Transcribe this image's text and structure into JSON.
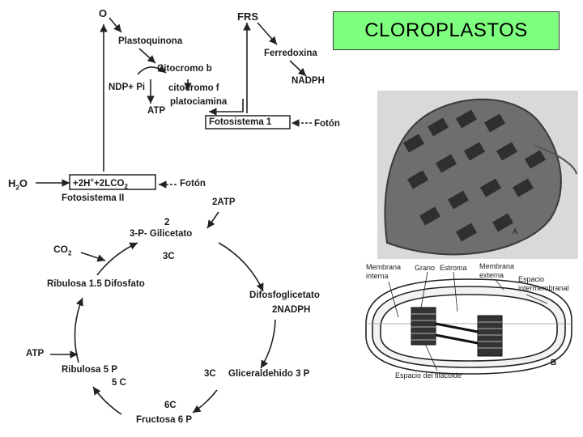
{
  "title": "CLOROPLASTOS",
  "light": {
    "o": "O",
    "plastoquinona": "Plastoquinona",
    "citocromo_b": "Citocromo b",
    "ndp_pi": "NDP+ Pi",
    "citocromo_f": "citocromo f",
    "plastocianina": "platociamina",
    "atp": "ATP",
    "frs": "FRS",
    "ferredoxina": "Ferredoxina",
    "nadph": "NADPH",
    "fotosistema_1": "Fotosistema 1",
    "foton_1": "Fotón",
    "h2o_h": "H",
    "h2o_2": "2",
    "h2o_o": "O",
    "pool": "+2H",
    "pool_sup": "+",
    "pool_b": "+2LCO",
    "pool_sub": "2",
    "foton_2": "Fotón",
    "fotosistema_2": "Fotosistema II"
  },
  "calvin": {
    "atp2": "2ATP",
    "two": "2",
    "gilicetato": "3-P- Gilicetato",
    "co2": "CO",
    "co2_sub": "2",
    "three_c_top": "3C",
    "ribulosa_difosfato": "Ribulosa 1.5 Difosfato",
    "difosfoglicetato": "Difosfoglicetato",
    "nadph2": "2NADPH",
    "atp_left": "ATP",
    "ribulosa_5p": "Ribulosa 5 P",
    "five_c": "5 C",
    "three_c_bottom": "3C",
    "gliceraldehido": "Gliceraldehido 3 P",
    "six_c": "6C",
    "fructosa": "Fructosa 6 P"
  },
  "micro_labels": {
    "membrana_interna": "Membrana\ninterna",
    "grano": "Grano",
    "estroma": "Estroma",
    "membrana_externa": "Membrana\nexterna",
    "espacio_intermembranal": "Espacio\nintermembranal",
    "espacio_tilacoide": "Espacio del tilacoide",
    "b": "B",
    "a": "A"
  }
}
